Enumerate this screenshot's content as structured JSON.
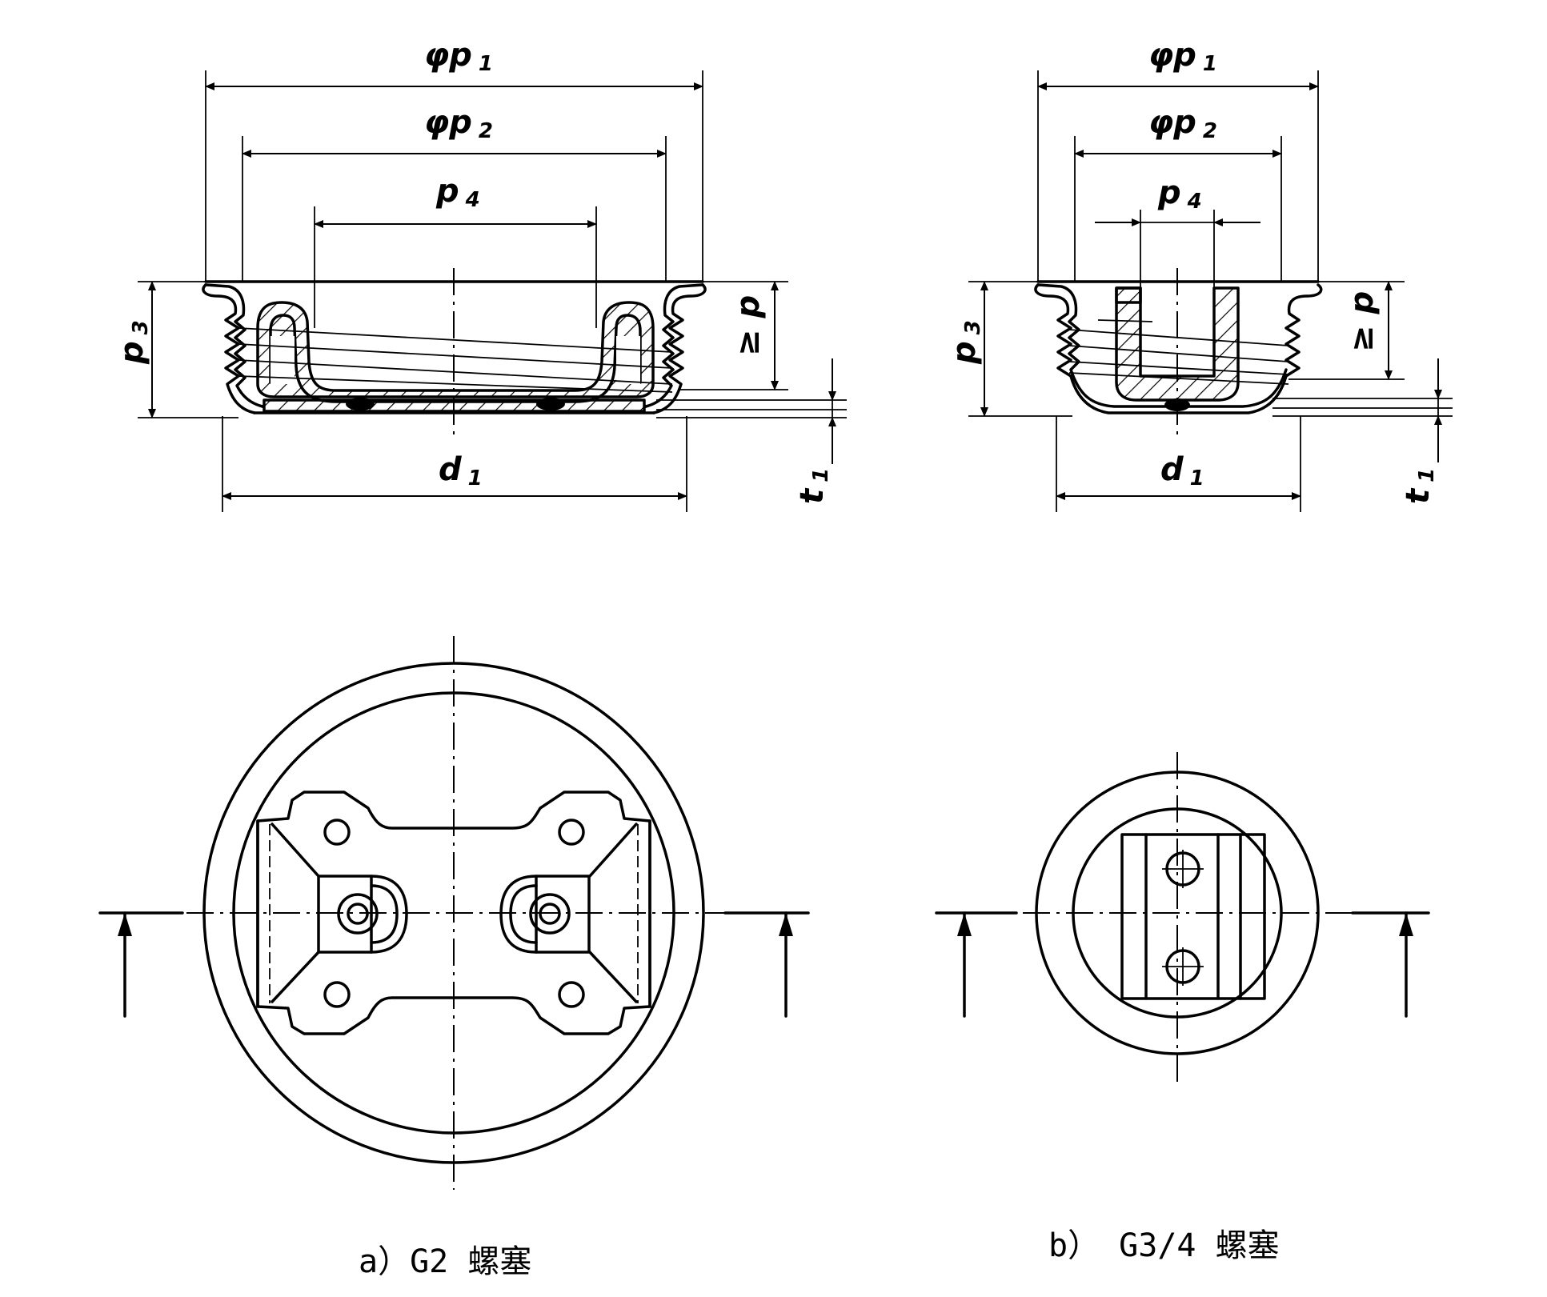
{
  "figure": {
    "left": {
      "caption": "a）G2 螺塞",
      "labels": {
        "p1": "φp",
        "p1_sub": "1",
        "p2": "φp",
        "p2_sub": "2",
        "p4": "p",
        "p4_sub": "4",
        "p3": "p",
        "p3_sub": "3",
        "d1": "d",
        "d1_sub": "1",
        "t1": "t",
        "t1_sub": "1",
        "p_ge": "≥ p"
      }
    },
    "right": {
      "caption": "b） G3/4 螺塞",
      "labels": {
        "p1": "φp",
        "p1_sub": "1",
        "p2": "φp",
        "p2_sub": "2",
        "p4": "p",
        "p4_sub": "4",
        "p3": "p",
        "p3_sub": "3",
        "d1": "d",
        "d1_sub": "1",
        "t1": "t",
        "t1_sub": "1",
        "p_ge": "≥ p"
      }
    }
  }
}
